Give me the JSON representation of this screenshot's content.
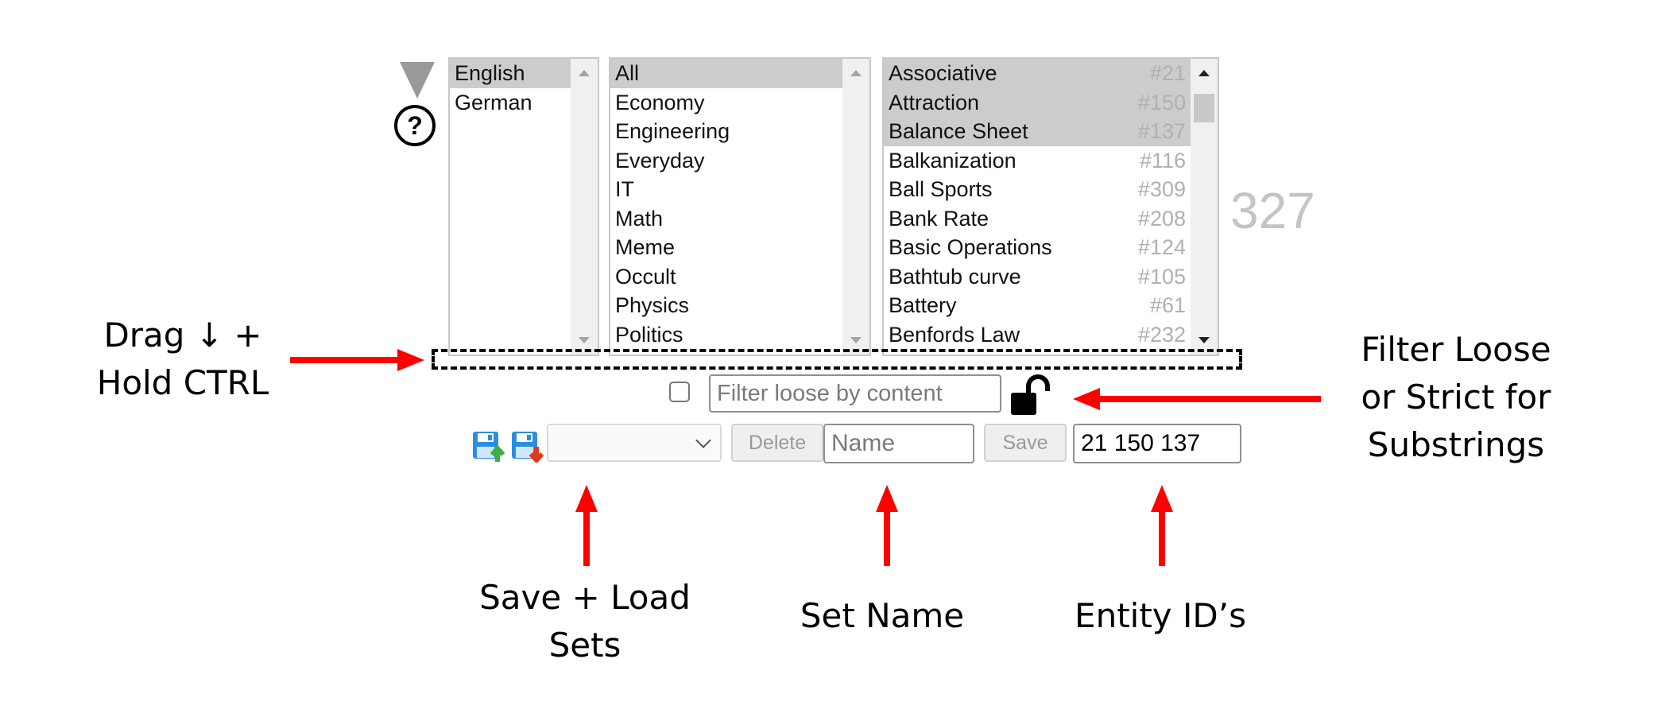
{
  "controls": {
    "toggle_icon": "triangle-down-icon",
    "help_icon": "question-circle-icon"
  },
  "languages": {
    "items": [
      {
        "label": "English",
        "selected": true
      },
      {
        "label": "German",
        "selected": false
      }
    ]
  },
  "categories": {
    "items": [
      {
        "label": "All",
        "selected": true
      },
      {
        "label": "Economy",
        "selected": false
      },
      {
        "label": "Engineering",
        "selected": false
      },
      {
        "label": "Everyday",
        "selected": false
      },
      {
        "label": "IT",
        "selected": false
      },
      {
        "label": "Math",
        "selected": false
      },
      {
        "label": "Meme",
        "selected": false
      },
      {
        "label": "Occult",
        "selected": false
      },
      {
        "label": "Physics",
        "selected": false
      },
      {
        "label": "Politics",
        "selected": false
      }
    ]
  },
  "entities": {
    "items": [
      {
        "label": "Associative",
        "id": "#21",
        "selected": true
      },
      {
        "label": "Attraction",
        "id": "#150",
        "selected": true
      },
      {
        "label": "Balance Sheet",
        "id": "#137",
        "selected": true
      },
      {
        "label": "Balkanization",
        "id": "#116",
        "selected": false
      },
      {
        "label": "Ball Sports",
        "id": "#309",
        "selected": false
      },
      {
        "label": "Bank Rate",
        "id": "#208",
        "selected": false
      },
      {
        "label": "Basic Operations",
        "id": "#124",
        "selected": false
      },
      {
        "label": "Bathtub curve",
        "id": "#105",
        "selected": false
      },
      {
        "label": "Battery",
        "id": "#61",
        "selected": false
      },
      {
        "label": "Benfords Law",
        "id": "#232",
        "selected": false
      }
    ],
    "count": "327"
  },
  "filter": {
    "placeholder": "Filter loose by content",
    "checked": false,
    "lock_icon": "unlocked-padlock-icon"
  },
  "sets": {
    "save_icon": "save-disk-green-arrow-icon",
    "load_icon": "load-disk-red-arrow-icon",
    "select_value": "",
    "delete_label": "Delete",
    "name_placeholder": "Name",
    "save_label": "Save",
    "ids_value": "21 150 137"
  },
  "annotations": {
    "drag": [
      "Drag ↓ +",
      "Hold CTRL"
    ],
    "filter": [
      "Filter Loose",
      "or Strict for",
      "Substrings"
    ],
    "save_load": [
      "Save + Load",
      "Sets"
    ],
    "set_name": "Set Name",
    "entity_ids": "Entity ID’s"
  },
  "colors": {
    "arrow": "#ff0000",
    "selection": "#cccccc",
    "count": "#c4c4c4",
    "disk_blue": "#2a8ee0",
    "save_arrow": "#3cb043",
    "load_arrow": "#e03a1e"
  }
}
